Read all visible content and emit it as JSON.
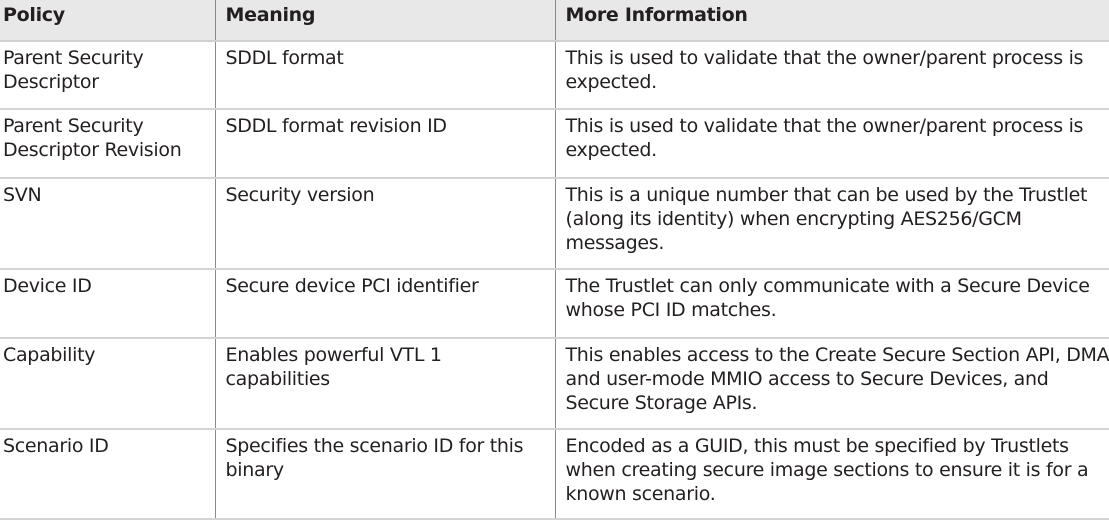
{
  "headers": [
    "Policy",
    "Meaning",
    "More Information"
  ],
  "rows": [
    {
      "policy": "Parent Security Descriptor",
      "meaning": "SDDL format",
      "info": "This is used to validate that the owner/parent process is expected."
    },
    {
      "policy": "Parent Security Descriptor Revision",
      "meaning": "SDDL format revision ID",
      "info": "This is used to validate that the owner/parent process is expected."
    },
    {
      "policy": "SVN",
      "meaning": "Security version",
      "info": "This is a unique number that can be used by the Trustlet (along its identity) when encrypting AES256/GCM messages."
    },
    {
      "policy": "Device ID",
      "meaning": "Secure device PCI identifier",
      "info": "The Trustlet can only communicate with a Secure Device whose PCI ID matches."
    },
    {
      "policy": "Capability",
      "meaning": "Enables powerful VTL 1 capabilities",
      "info": "This enables access to the Create Secure Section API, DMA and user-mode MMIO access to Secure Devices, and Secure Storage APIs."
    },
    {
      "policy": "Scenario ID",
      "meaning": "Specifies the scenario ID for this binary",
      "info": "Encoded as a GUID, this must be specified by Trustlets when creating secure image sections to ensure it is for a known scenario."
    }
  ]
}
